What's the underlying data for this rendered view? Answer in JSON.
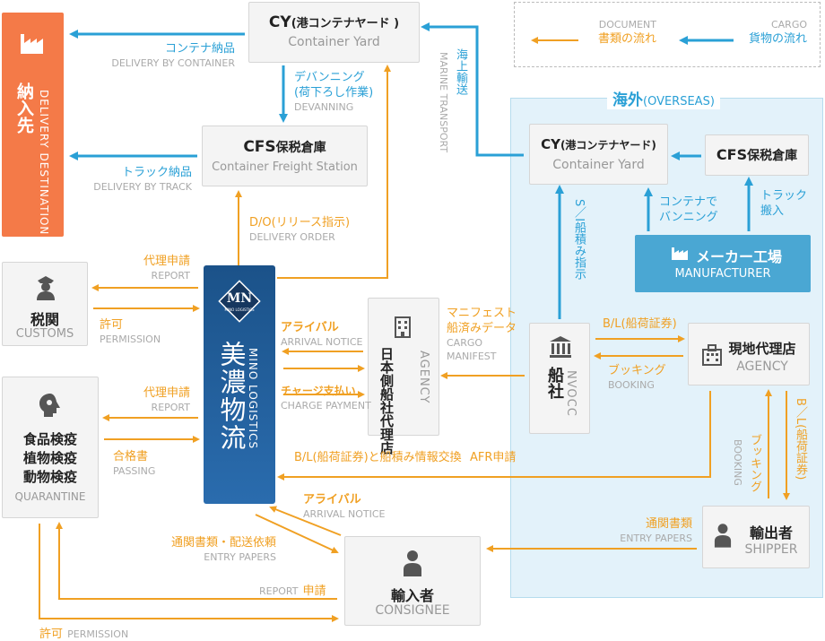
{
  "legend": {
    "document_en": "DOCUMENT",
    "document_jp": "書類の流れ",
    "cargo_en": "CARGO",
    "cargo_jp": "貨物の流れ"
  },
  "overseas": {
    "label_jp": "海外",
    "label_en": "(OVERSEAS)"
  },
  "nodes": {
    "cy_domestic": {
      "jp": "CY",
      "jp_small": "(港コンテナヤード )",
      "en": "Container Yard"
    },
    "cfs_domestic": {
      "jp": "CFS",
      "jp_small": "保税倉庫",
      "en": "Container Freight Station"
    },
    "delivery": {
      "jp": "納入先",
      "en": "DELIVERY DESTINATION"
    },
    "customs": {
      "jp": "税関",
      "en": "CUSTOMS"
    },
    "quarantine": {
      "jp_lines": [
        "食品検疫",
        "植物検疫",
        "動物検疫"
      ],
      "en": "QUARANTINE"
    },
    "mino": {
      "jp": "美濃物流",
      "en": "MINO LOGISTICS",
      "logo": "MN",
      "logo_sub": "MINO LOGISTICS"
    },
    "agency_jp": {
      "jp": "日本側船社代理店",
      "en": "AGENCY"
    },
    "carrier": {
      "jp": "船社",
      "en": "NVOCC"
    },
    "consignee": {
      "jp": "輸入者",
      "en": "CONSIGNEE"
    },
    "cy_overseas": {
      "jp": "CY",
      "jp_small": "(港コンテナヤード)",
      "en": "Container Yard"
    },
    "cfs_overseas": {
      "jp": "CFS",
      "jp_small": "保税倉庫"
    },
    "manufacturer": {
      "jp": "メーカー工場",
      "en": "MANUFACTURER"
    },
    "local_agency": {
      "jp": "現地代理店",
      "en": "AGENCY"
    },
    "shipper": {
      "jp": "輸出者",
      "en": "SHIPPER"
    }
  },
  "labels": {
    "delivery_container": {
      "jp": "コンテナ納品",
      "en": "DELIVERY BY CONTAINER"
    },
    "devanning": {
      "jp1": "デバンニング",
      "jp2": "(荷下ろし作業)",
      "en": "DEVANNING"
    },
    "marine": {
      "jp": "海上輸送",
      "en": "MARINE TRANSPORT"
    },
    "delivery_truck": {
      "jp": "トラック納品",
      "en": "DELIVERY BY TRACK"
    },
    "do_release": {
      "jp": "D/O(リリース指示)",
      "en": "DELIVERY ORDER"
    },
    "report_customs": {
      "jp": "代理申請",
      "en": "REPORT"
    },
    "permission_customs": {
      "jp": "許可",
      "en": "PERMISSION"
    },
    "report_quarantine": {
      "jp": "代理申請",
      "en": "REPORT"
    },
    "passing": {
      "jp": "合格書",
      "en": "PASSING"
    },
    "arrival_notice": {
      "jp": "アライバル",
      "en": "ARRIVAL NOTICE"
    },
    "charge_payment": {
      "jp": "チャージ支払い",
      "en": "CHARGE PAYMENT"
    },
    "manifest": {
      "jp1": "マニフェスト",
      "jp2": "船済みデータ",
      "en1": "CARGO",
      "en2": "MANIFEST"
    },
    "si": {
      "jp": "S／I船積み指示"
    },
    "vanning": {
      "jp1": "コンテナで",
      "jp2": "バンニング"
    },
    "truck_carry": {
      "jp1": "トラック",
      "jp2": "搬入"
    },
    "bl_carrier": {
      "jp": "B/L(船荷証券)"
    },
    "booking_carrier": {
      "jp": "ブッキング",
      "en": "BOOKING"
    },
    "bl_shipper": {
      "jp": "B／L(船荷証券)"
    },
    "booking_shipper": {
      "jp": "ブッキング",
      "en": "BOOKING"
    },
    "bl_exchange": {
      "jp": "B/L(船荷証券)と船積み情報交換"
    },
    "afr": {
      "jp": "AFR申請"
    },
    "arrival_consignee": {
      "jp": "アライバル",
      "en": "ARRIVAL NOTICE"
    },
    "entry_consignee": {
      "jp": "通関書類・配送依頼",
      "en": "ENTRY PAPERS"
    },
    "entry_shipper": {
      "jp": "通関書類",
      "en": "ENTRY PAPERS"
    },
    "report_consignee": {
      "en": "REPORT",
      "jp": "申請"
    },
    "permission_consignee": {
      "jp": "許可",
      "en": "PERMISSION"
    }
  },
  "colors": {
    "document": "#f0a023",
    "cargo": "#2aa0d6",
    "delivery": "#f37a4a",
    "mino": "#1f5f9f",
    "overseas_bg": "#e1f1f9",
    "manufacturer": "#4aa7d3"
  }
}
